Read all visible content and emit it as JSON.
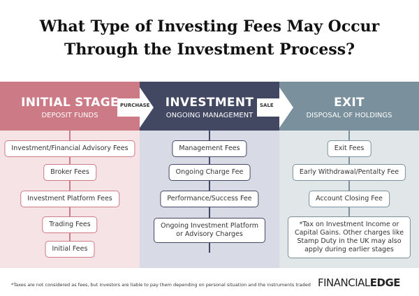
{
  "title": {
    "line1": "What Type of Investing Fees May Occur",
    "line2": "Through the Investment Process?"
  },
  "colors": {
    "initial": "#cc7a86",
    "investment": "#434862",
    "exit": "#7a909c",
    "initial_bg": "#f6e3e6",
    "investment_bg": "#d8dae6",
    "exit_bg": "#e1e7e9"
  },
  "columns": [
    {
      "heading": "INITIAL STAGE",
      "sub": "DEPOSIT FUNDS",
      "items": [
        "Investment/Financial Advisory Fees",
        "Broker Fees",
        "Investment Platform Fees",
        "Trading Fees",
        "Initial Fees"
      ]
    },
    {
      "heading": "INVESTMENT",
      "sub": "ONGOING MANAGEMENT",
      "items": [
        "Management Fees",
        "Ongoing Charge Fee",
        "Performance/Success Fee",
        "Ongoing Investment Platform\nor Advisory Charges"
      ]
    },
    {
      "heading": "EXIT",
      "sub": "DISPOSAL OF HOLDINGS",
      "items": [
        "Exit Fees",
        "Early Withdrawal/Pentalty Fee",
        "Account Closing Fee",
        "*Tax on Investment Income or\nCapital Gains. Other charges like\nStamp Duty in the UK may also\napply during earlier stages"
      ]
    }
  ],
  "arrows": [
    "PURCHASE",
    "SALE"
  ],
  "footnote": "*Taxes are not considered as fees, but investors are liable to pay them depending on personal situation and the instruments traded",
  "logo": {
    "light": "FINANCIAL",
    "bold": "EDGE"
  }
}
